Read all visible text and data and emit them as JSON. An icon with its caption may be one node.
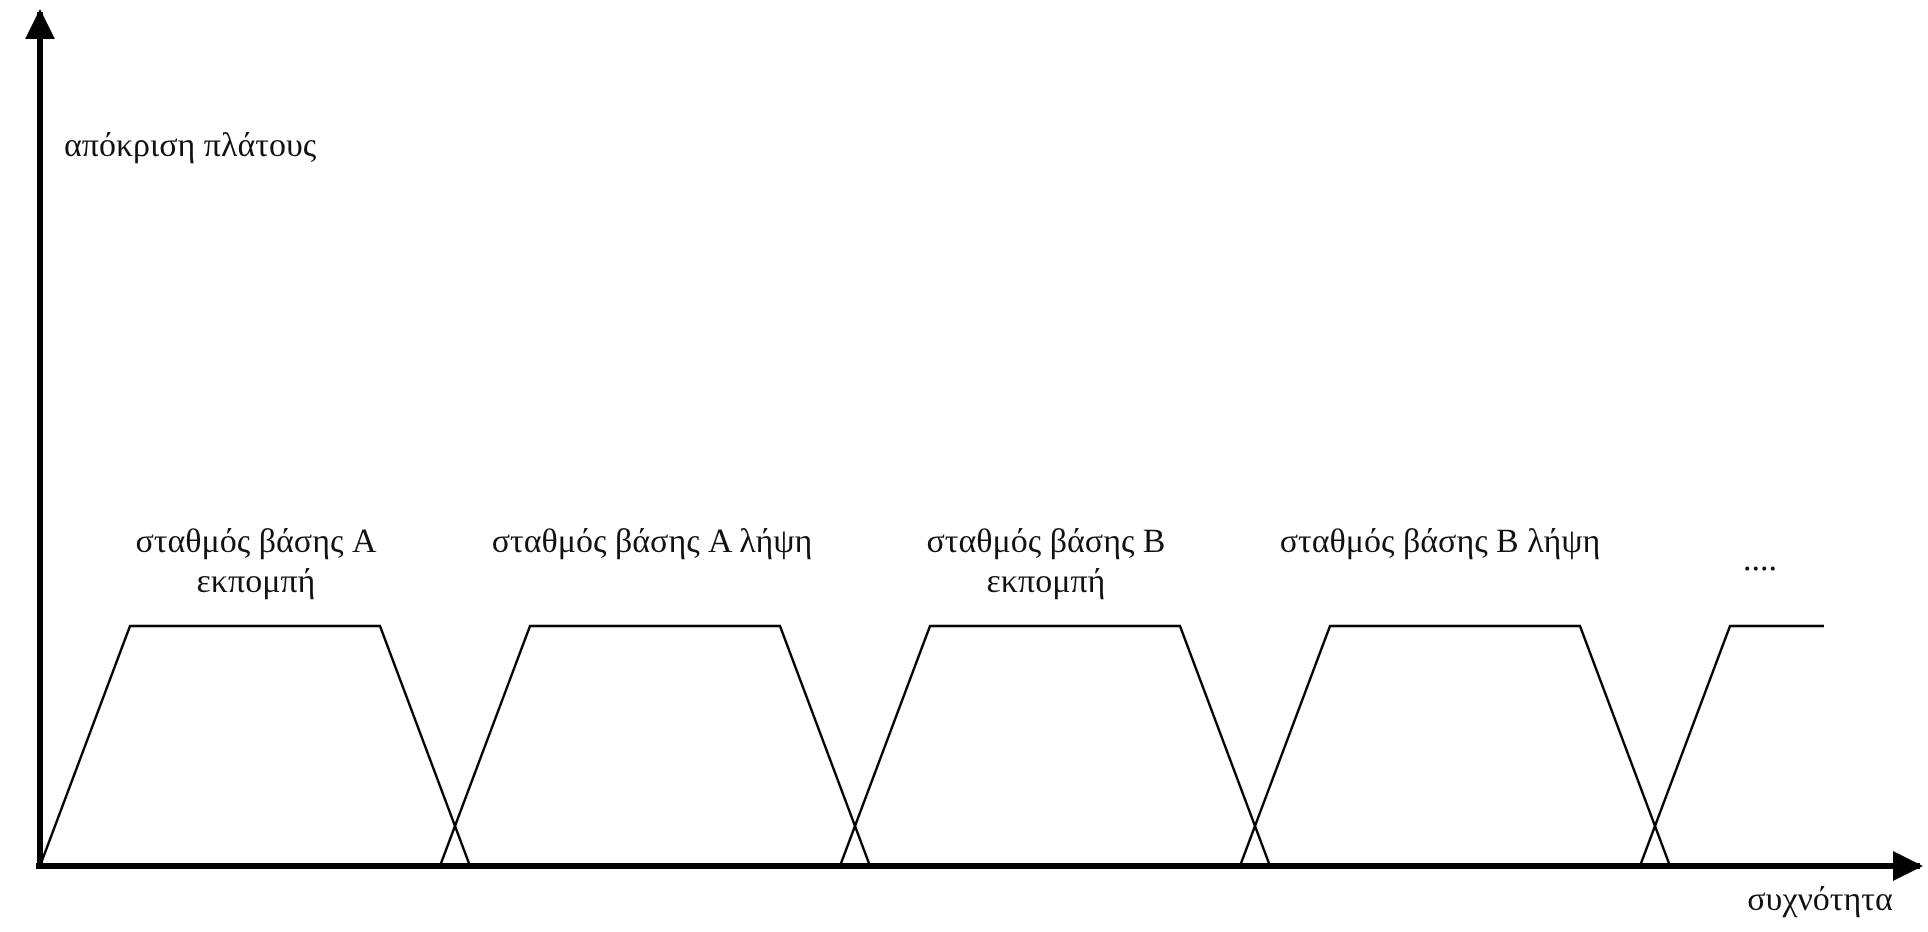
{
  "diagram": {
    "labels": [
      "απόκριση πλάτους",
      "σταθμός βάσης A εκπομπή",
      "σταθμός βάσης A λήψη",
      "σταθμός βάσης B εκπομπή",
      "σταθμός βάσης B λήψη",
      "....",
      "συχνότητα"
    ]
  }
}
